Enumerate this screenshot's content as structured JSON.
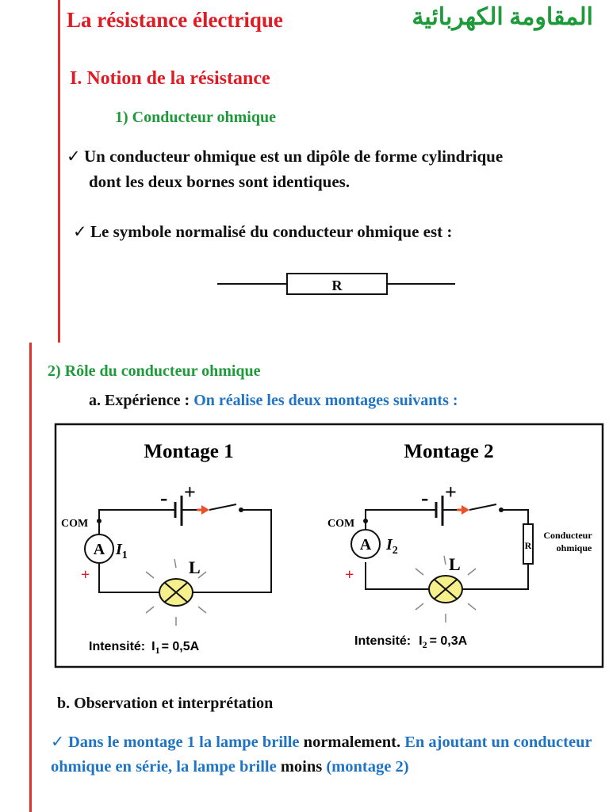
{
  "header": {
    "title_fr": "La résistance électrique",
    "title_ar": "المقاومة الكهربائية"
  },
  "section1": {
    "heading": "I. Notion de la résistance",
    "subheading": "1) Conducteur ohmique",
    "bullet1_line1": "Un conducteur ohmique est un dipôle de forme cylindrique",
    "bullet1_line2": "dont les deux bornes sont identiques.",
    "bullet2": "Le symbole normalisé du conducteur ohmique est :",
    "symbol_label": "R"
  },
  "section2": {
    "subheading": "2) Rôle du conducteur ohmique",
    "experience_label": "a. Expérience :",
    "experience_text": "On réalise les deux montages suivants :"
  },
  "figure": {
    "montage1": {
      "title": "Montage 1",
      "com": "COM",
      "ammeter": "A",
      "current": "I",
      "current_sub": "1",
      "lamp": "L",
      "minus": "-",
      "plus": "+",
      "plus_meter": "+",
      "intensity_label": "Intensité:",
      "intensity_sym": "I",
      "intensity_sub": "1",
      "intensity_value": "= 0,5A"
    },
    "montage2": {
      "title": "Montage 2",
      "com": "COM",
      "ammeter": "A",
      "current": "I",
      "current_sub": "2",
      "lamp": "L",
      "minus": "-",
      "plus": "+",
      "plus_meter": "+",
      "resistor": "R",
      "resistor_label_1": "Conducteur",
      "resistor_label_2": "ohmique",
      "intensity_label": "Intensité:",
      "intensity_sym": "I",
      "intensity_sub": "2",
      "intensity_value": "= 0,3A"
    }
  },
  "observation": {
    "heading": "b. Observation et interprétation",
    "part1": "Dans le montage 1 la lampe brille",
    "part2": "normalement.",
    "part3": "En ajoutant un conducteur ohmique en série, la lampe brille",
    "part4": "moins",
    "part5": "(montage 2)"
  },
  "colors": {
    "red": "#e01b24",
    "green": "#1f9a3a",
    "blue": "#1f74c4",
    "lamp_fill": "#f5ef8c"
  }
}
